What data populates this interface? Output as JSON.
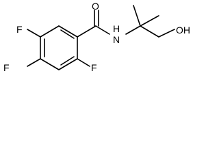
{
  "molecule": {
    "atoms": {
      "f1": "F",
      "f2": "F",
      "f3": "F",
      "f4": "F",
      "o": "O",
      "nh": "H",
      "n": "N",
      "oh": "OH"
    },
    "colors": {
      "bond": "#000000",
      "label": "#000000",
      "background": "#ffffff"
    }
  }
}
